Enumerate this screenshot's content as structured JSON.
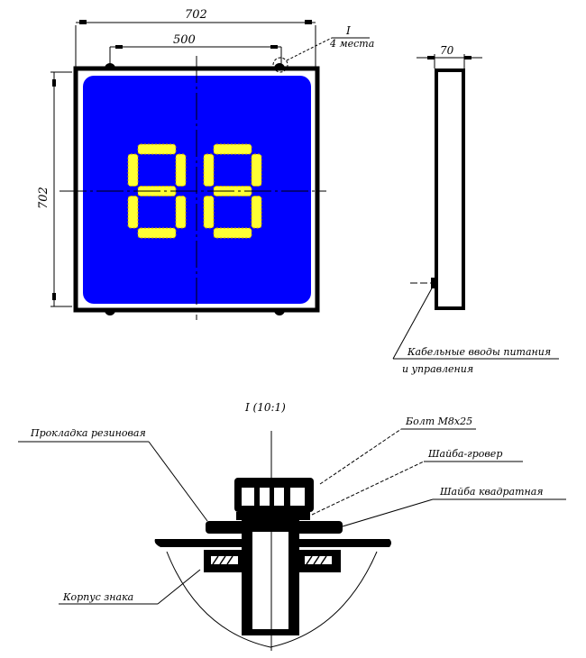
{
  "front_view": {
    "width_dim": "702",
    "mount_dim": "500",
    "height_dim": "702",
    "display_digits": "88",
    "panel_color": "#0000ff",
    "segment_color": "#ffff33"
  },
  "callout": {
    "ref": "I",
    "note": "4 места"
  },
  "side_view": {
    "depth_dim": "70",
    "cable_note_line1": "Кабельные вводы питания",
    "cable_note_line2": "и управления"
  },
  "detail": {
    "title": "I (10:1)",
    "labels": {
      "bolt": "Болт М8х25",
      "spring_washer": "Шайба-гровер",
      "square_washer": "Шайба квадратная",
      "rubber_gasket": "Прокладка резиновая",
      "sign_body": "Корпус знака"
    }
  }
}
